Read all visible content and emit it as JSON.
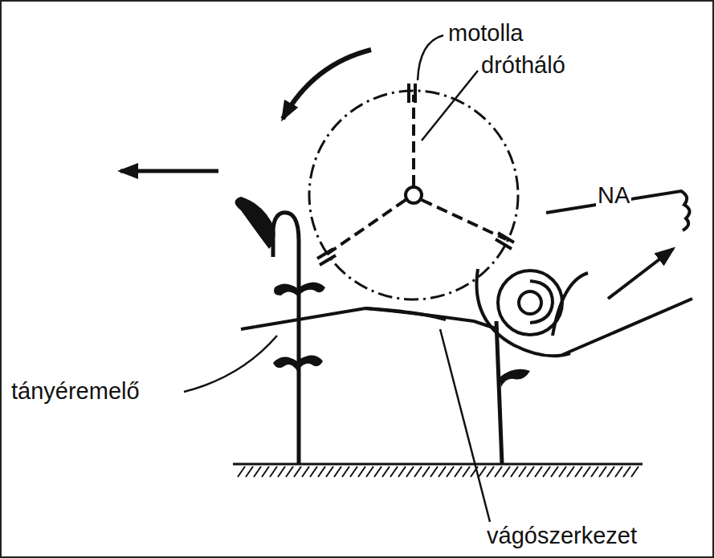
{
  "diagram": {
    "labels": [
      "motolla",
      "drótháló",
      "NA",
      "tányéremelő",
      "vágószerkezet"
    ]
  }
}
